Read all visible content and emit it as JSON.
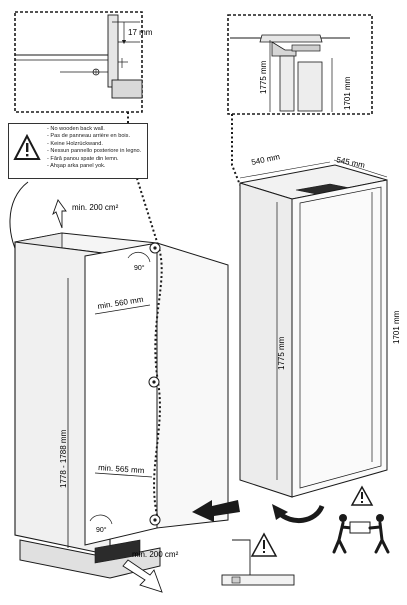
{
  "warning_notes": [
    "- No wooden back wall.",
    "- Pas de panneau arrière en bois.",
    "- Keine Holzrückwand.",
    "- Nessun pannello posteriore in legno.",
    "- Fără panou spate din lemn.",
    "- Ahşap arka panel yok."
  ],
  "dimensions": {
    "top_gap": "17 mm",
    "detail_height_1775": "1775 mm",
    "detail_height_1701": "1701 mm",
    "appliance_depth": "540 mm",
    "appliance_width": "545 mm",
    "appliance_height_1775": "1775 mm",
    "appliance_height_1701": "1701 mm",
    "niche_height": "1778 - 1788 mm",
    "niche_width_top": "min. 560 mm",
    "niche_width_bottom": "min. 565 mm",
    "door_angle_top": "90°",
    "door_angle_bottom": "90°",
    "vent_top": "min. 200 cm²",
    "vent_bottom": "min. 200 cm²"
  },
  "icons": [
    "warning-triangle-icon",
    "two-person-lift-icon",
    "push-arrow-icon",
    "rotate-arrow-icon",
    "airflow-arrow-icon"
  ],
  "colors": {
    "line": "#1a1a1a",
    "panel": "#ededed",
    "shadow": "#cfcfcf"
  }
}
